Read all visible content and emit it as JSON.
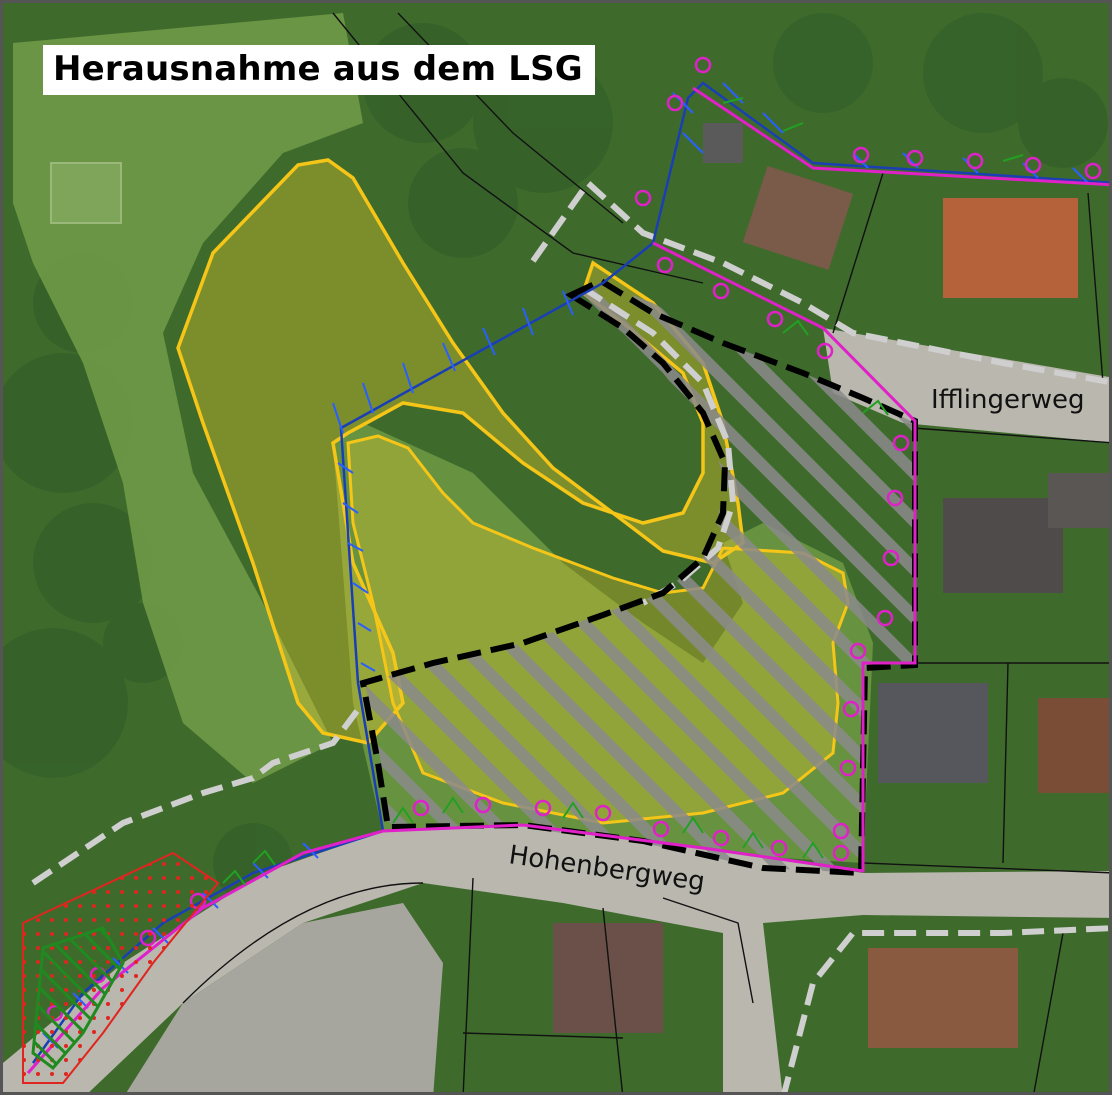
{
  "map": {
    "title": "Herausnahme aus dem LSG",
    "streets": {
      "ifflingerweg": "Ifflingerweg",
      "hohenbergweg": "Hohenbergweg"
    },
    "colors": {
      "forest": "#3e6b2c",
      "meadow": "#6f9a47",
      "yellow_area": "#f2cd2b",
      "lsg_boundary": "#000000",
      "hatch": "#8a8a8a",
      "blue_line": "#1a3fb5",
      "magenta_line": "#e020c8",
      "green_symbol": "#1f9a1f",
      "red_area": "#e0251f",
      "gray_dashed": "#c8c8c8",
      "road": "#b9b7ae"
    }
  }
}
